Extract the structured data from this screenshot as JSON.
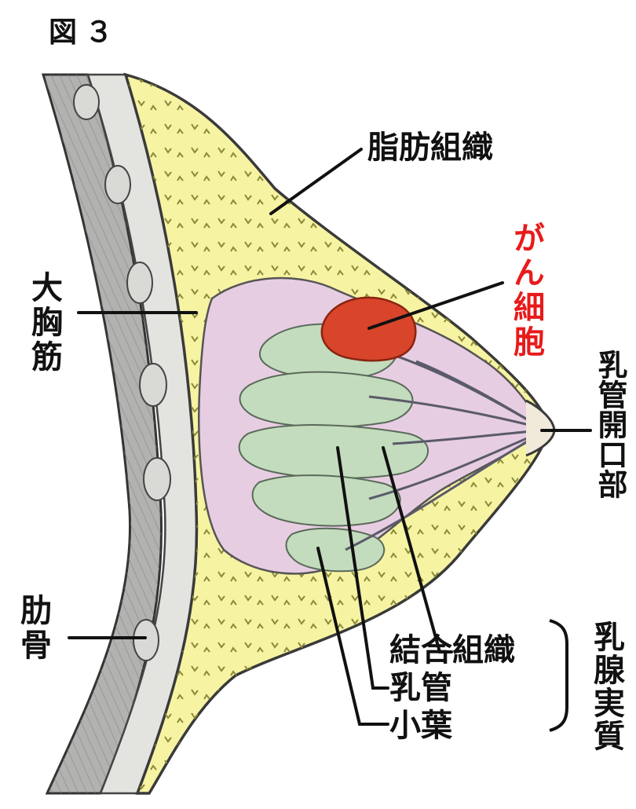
{
  "figure_title": "図３",
  "labels": {
    "fat_tissue": "脂肪組織",
    "cancer_cells": "がん細胞",
    "pectoralis_major": "大胸筋",
    "duct_opening": "乳管開口部",
    "rib": "肋骨",
    "connective_tissue": "結合組織",
    "lactiferous_duct": "乳管",
    "lobule": "小葉",
    "glandular_parenchyma": "乳腺実質"
  },
  "colors": {
    "fat": "#f6f3a2",
    "gland_background": "#e7cde2",
    "lobule": "#c3dcbd",
    "cancer": "#d8452a",
    "cancer_text": "#e81a1a",
    "muscle_band": "#b2b2b0",
    "skin_outline": "#3a3a3a"
  }
}
